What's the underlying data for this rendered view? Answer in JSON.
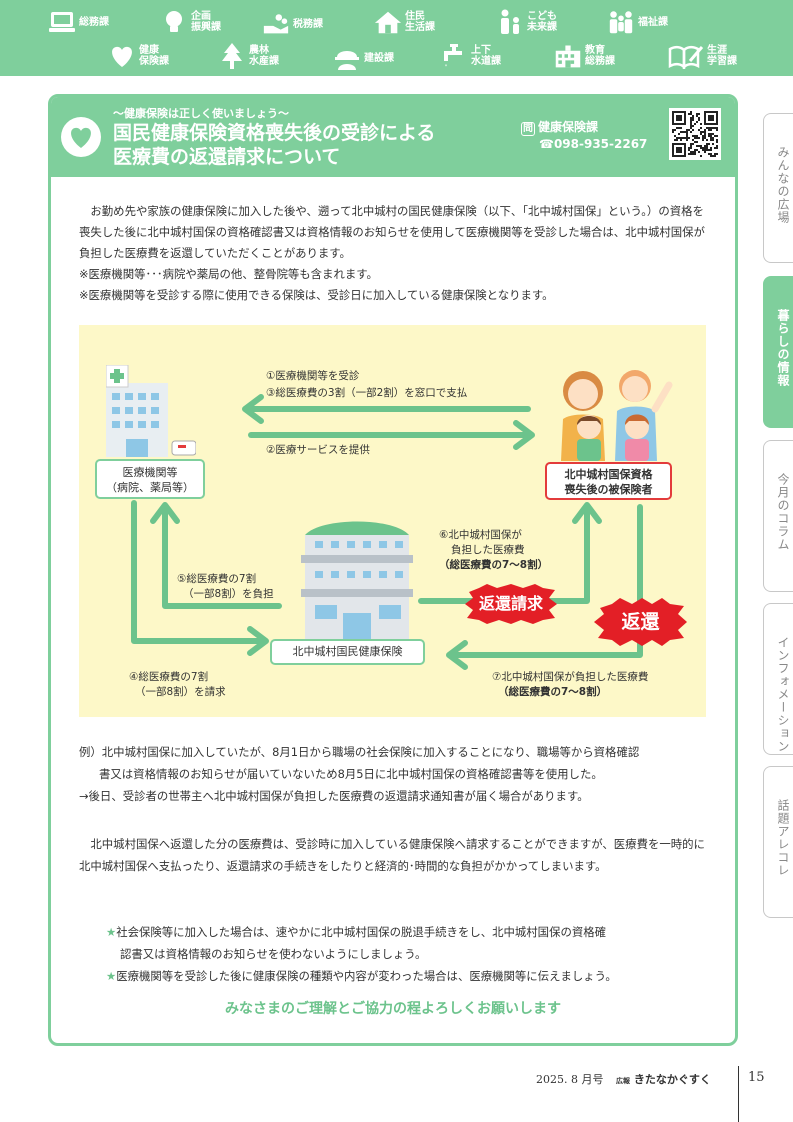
{
  "header": {
    "departments": [
      {
        "label": "総務課",
        "icon": "computer-icon"
      },
      {
        "label": "企画\n振興課",
        "icon": "lightbulb-icon"
      },
      {
        "label": "税務課",
        "icon": "hands-coins-icon"
      },
      {
        "label": "住民\n生活課",
        "icon": "house-icon"
      },
      {
        "label": "こども\n未来課",
        "icon": "parent-child-icon"
      },
      {
        "label": "福祉課",
        "icon": "family-icon"
      },
      {
        "label": "健康\n保険課",
        "icon": "heart-hands-icon"
      },
      {
        "label": "農林\n水産課",
        "icon": "tree-icon"
      },
      {
        "label": "建設課",
        "icon": "hardhat-icon"
      },
      {
        "label": "上下\n水道課",
        "icon": "faucet-icon"
      },
      {
        "label": "教育\n総務課",
        "icon": "school-icon"
      },
      {
        "label": "生涯\n学習課",
        "icon": "book-pen-icon"
      }
    ]
  },
  "article": {
    "subtitle": "～健康保険は正しく使いましょう～",
    "title_line1": "国民健康保険資格喪失後の受診による",
    "title_line2": "医療費の返還請求について",
    "contact_badge": "問",
    "contact_dept": "健康保険課",
    "contact_tel_prefix": "☎",
    "contact_tel": "098-935-2267",
    "intro_p1": "　お勤め先や家族の健康保険に加入した後や、遡って北中城村の国民健康保険（以下、「北中城村国保」という。）の資格を喪失した後に北中城村国保の資格確認書又は資格情報のお知らせを使用して医療機関等を受診した場合は、北中城村国保が負担した医療費を返還していただくことがあります。",
    "intro_note1": "※医療機関等･･･病院や薬局の他、整骨院等も含まれます。",
    "intro_note2": "※医療機関等を受診する際に使用できる保険は、受診日に加入している健康保険となります。",
    "diagram": {
      "box_hospital_l1": "医療機関等",
      "box_hospital_l2": "（病院、薬局等）",
      "box_insured_l1": "北中城村国保資格",
      "box_insured_l2": "喪失後の被保険者",
      "box_kokuho": "北中城村国民健康保険",
      "step1": "①医療機関等を受診",
      "step3": "③総医療費の3割（一部2割）を窓口で支払",
      "step2": "②医療サービスを提供",
      "step6_l1": "⑥北中城村国保が",
      "step6_l2": "負担した医療費",
      "step6_l3": "（総医療費の7～8割）",
      "step5_l1": "⑤総医療費の7割",
      "step5_l2": "（一部8割）を負担",
      "step4_l1": "④総医療費の7割",
      "step4_l2": "（一部8割）を請求",
      "step7_l1": "⑦北中城村国保が負担した医療費",
      "step7_l2": "（総医療費の7～8割）",
      "burst_request": "返還請求",
      "burst_return": "返還"
    },
    "example_l1": "例）北中城村国保に加入していたが、8月1日から職場の社会保険に加入することになり、職場等から資格確認",
    "example_l2": "書又は資格情報のお知らせが届いていないため8月5日に北中城村国保の資格確認書等を使用した。",
    "example_l3": "→後日、受診者の世帯主へ北中城村国保が負担した医療費の返還請求通知書が届く場合があります。",
    "para2": "　北中城村国保へ返還した分の医療費は、受診時に加入している健康保険へ請求することができますが、医療費を一時的に北中城村国保へ支払ったり、返還請求の手続きをしたりと経済的･時間的な負担がかかってしまいます。",
    "star1_l1": "社会保険等に加入した場合は、速やかに北中城村国保の脱退手続きをし、北中城村国保の資格確",
    "star1_l2": "認書又は資格情報のお知らせを使わないようにしましょう。",
    "star2": "医療機関等を受診した後に健康保険の種類や内容が変わった場合は、医療機関等に伝えましょう。",
    "closing": "みなさまのご理解とご協力の程よろしくお願いします"
  },
  "side_tabs": [
    "みんなの広場",
    "暮らしの情報",
    "今月のコラム",
    "インフォメーション",
    "話題アレコレ"
  ],
  "active_tab": "暮らしの情報",
  "footer": {
    "date": "2025. 8 月号",
    "pub_small": "広報",
    "pub_name": "きたなかぐすく",
    "page": "15"
  },
  "colors": {
    "green": "#7fcf9c",
    "arrow_green": "#6cc38c",
    "red": "#e33b3b",
    "diagram_bg": "#fdf8c8"
  }
}
